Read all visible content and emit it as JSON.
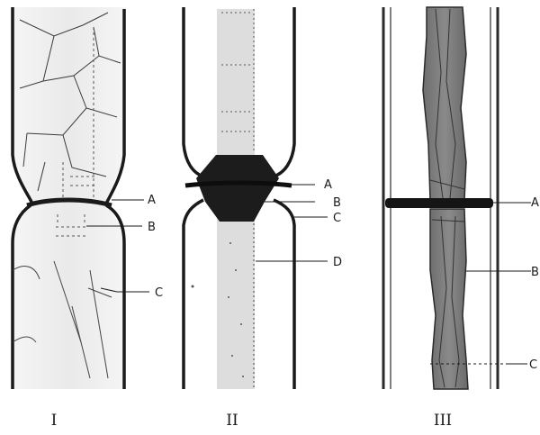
{
  "panels": [
    {
      "numeral": "I",
      "labels": [
        "A",
        "B",
        "C"
      ]
    },
    {
      "numeral": "II",
      "labels": [
        "A",
        "B",
        "C",
        "D"
      ]
    },
    {
      "numeral": "III",
      "labels": [
        "A",
        "B",
        "C"
      ]
    }
  ],
  "colors": {
    "ink": "#1a1a1a",
    "wash": "#d9d9d9",
    "background": "#ffffff"
  }
}
